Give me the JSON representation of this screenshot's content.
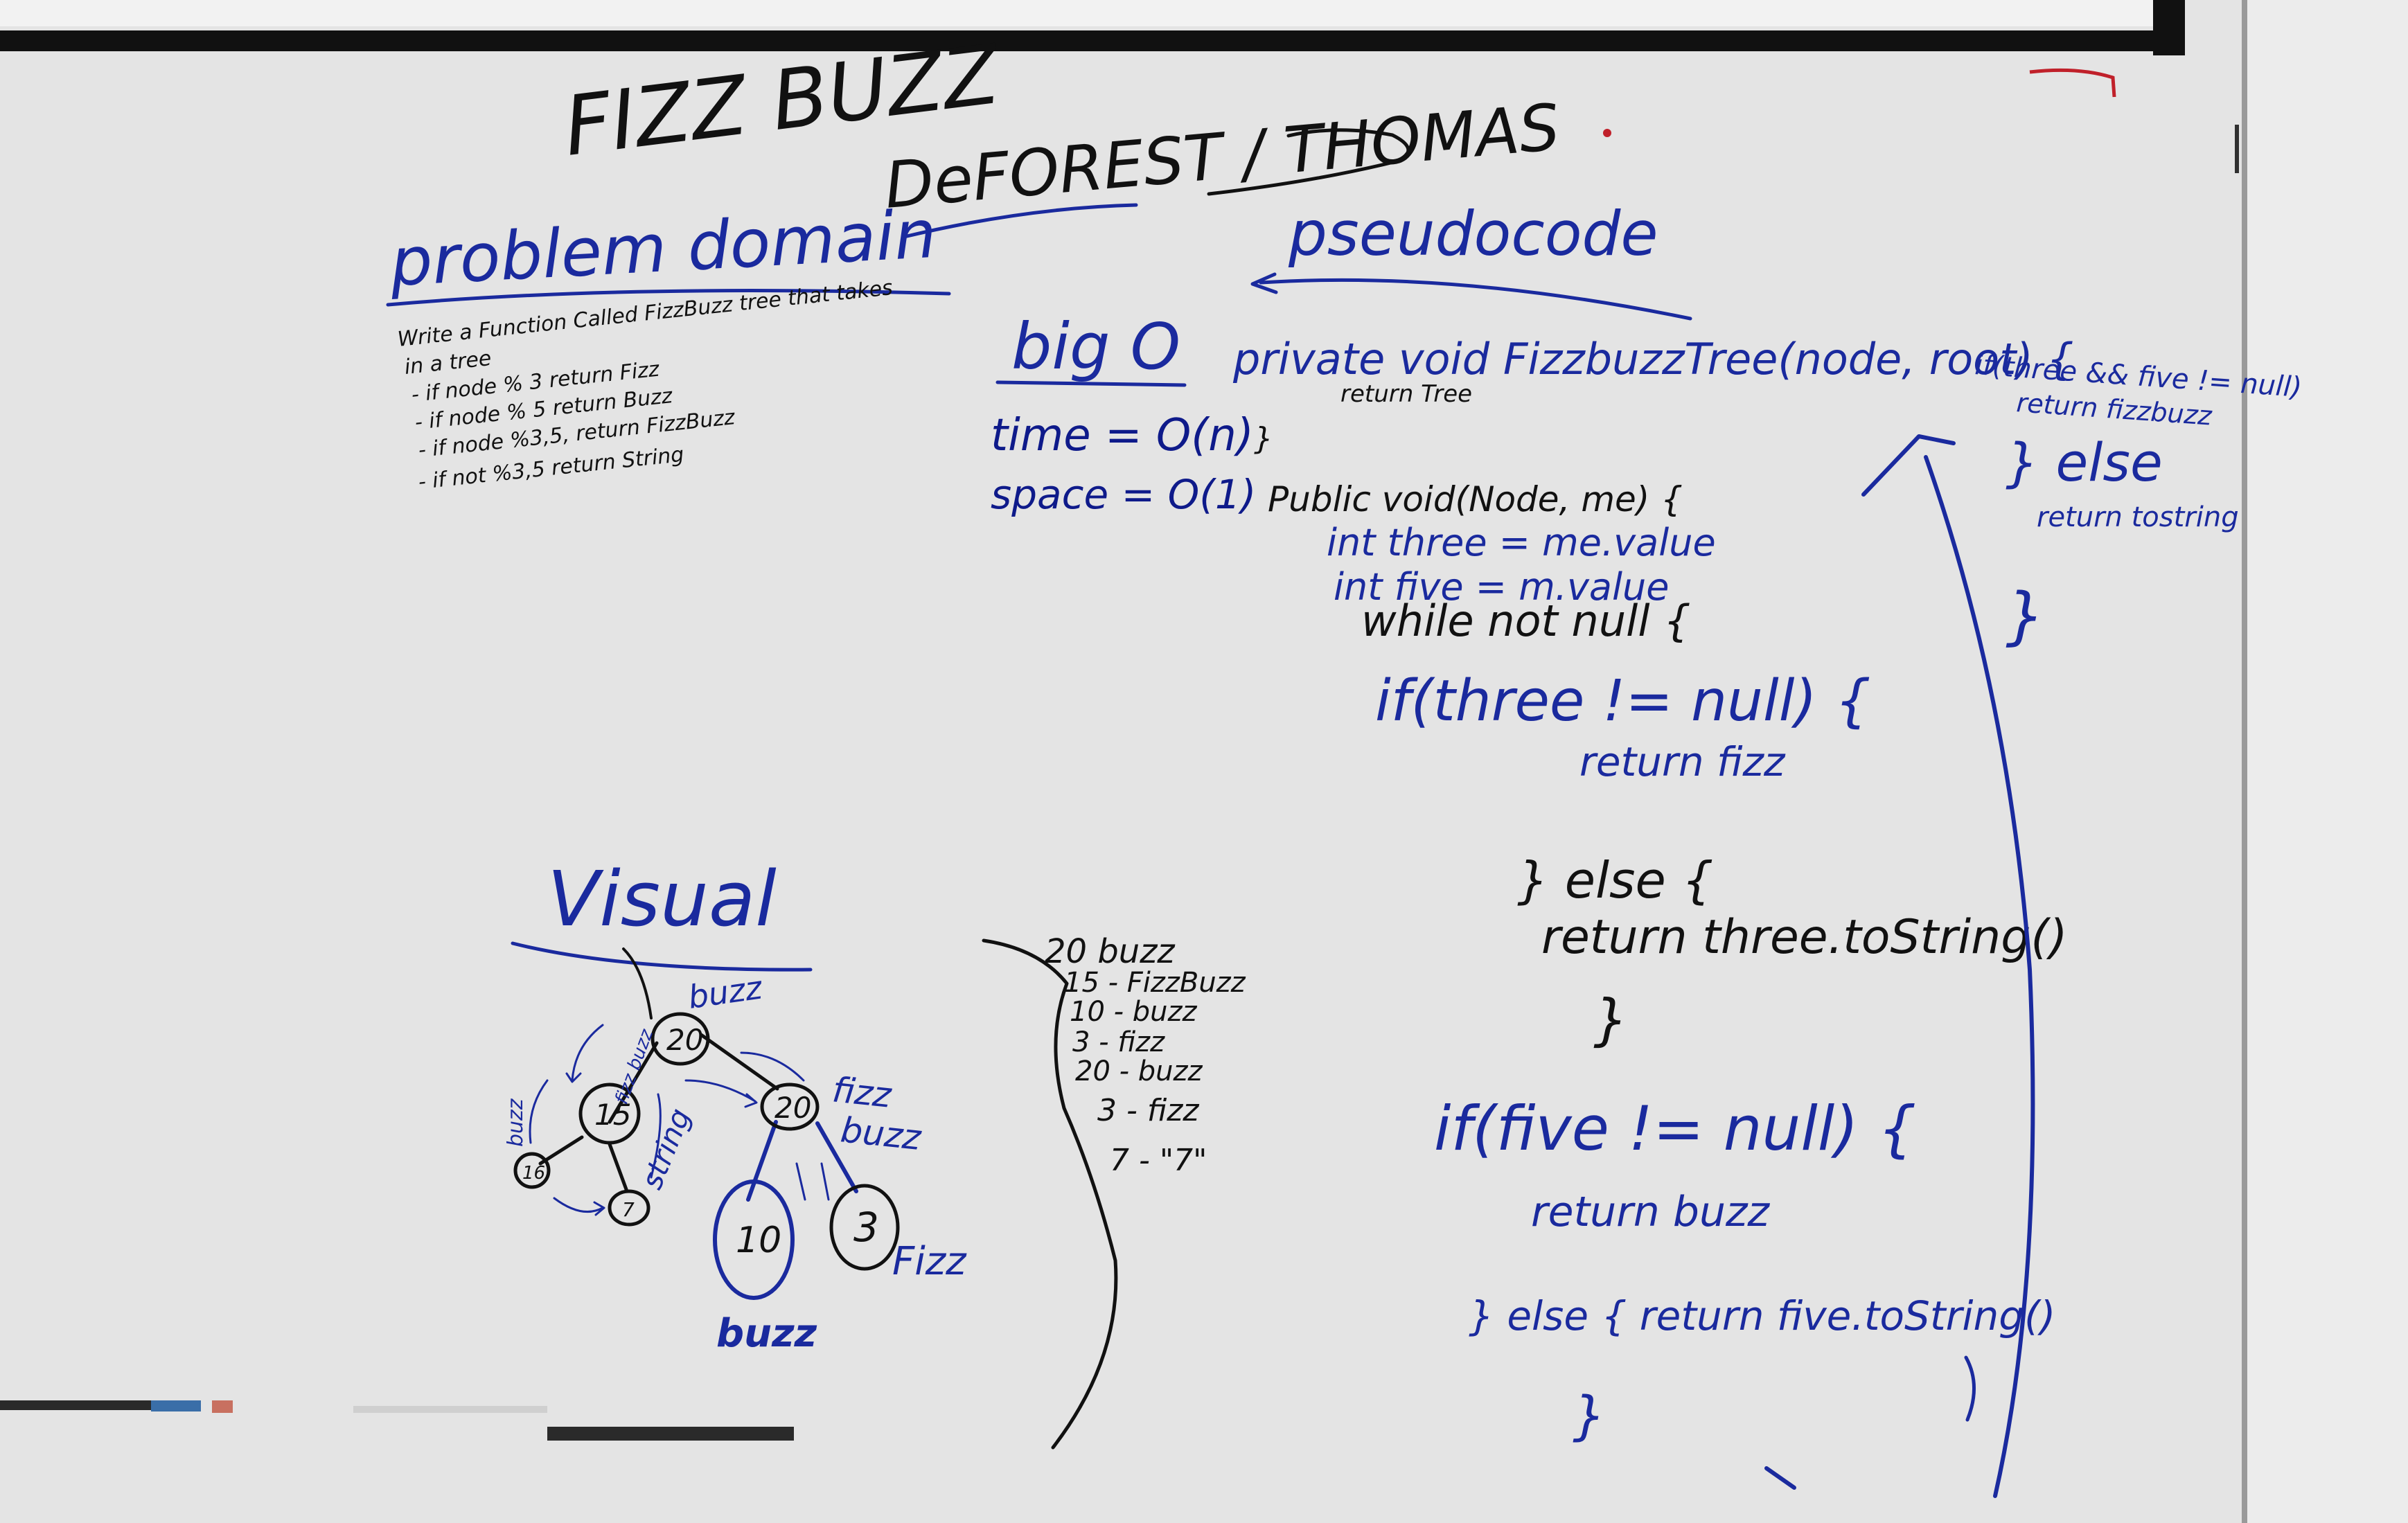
{
  "colors": {
    "board": "#e4e4e4",
    "frame": "#111111",
    "ink_black": "#111111",
    "ink_blue": "#1a2a9e",
    "ink_red": "#c0202a"
  },
  "title": {
    "main": "FIZZ BUZZ",
    "names": "DeFOREST / THOMAS"
  },
  "problem_domain": {
    "heading": "problem domain",
    "lines": [
      "Write a Function Called FizzBuzz tree that takes",
      "in a tree",
      "- if node % 3 return Fizz",
      "- if node % 5 return Buzz",
      "- if node %3,5, return FizzBuzz",
      "- if not %3,5 return String"
    ]
  },
  "big_o": {
    "heading": "big O",
    "time": "time = O(n)",
    "space": "space = O(1)"
  },
  "pseudocode": {
    "heading": "pseudocode",
    "lines": [
      "private void FizzbuzzTree(node, root) {",
      "return Tree",
      "}",
      "Public void(Node, me) {",
      "int three = me.value",
      "int five = m.value",
      "while not null {",
      "if(three != null) {",
      "return fizz",
      "} else {",
      "return three.toString()",
      "}",
      "if(five != null) {",
      "return buzz",
      "} else { return five.toString()",
      "}"
    ],
    "side_lines": [
      "if(three && five != null)",
      "return fizzbuzz",
      "} else",
      "return tostring",
      "}"
    ]
  },
  "visual": {
    "heading": "Visual",
    "nodes": [
      "20",
      "15",
      "20",
      "10",
      "3",
      "16",
      "7"
    ],
    "labels": [
      "buzz",
      "fizz buzz",
      "buzz",
      "string",
      "fizz",
      "buzz",
      "Fizz",
      "buzz"
    ]
  },
  "output_list": [
    "20 buzz",
    "15 - FizzBuzz",
    "10 - buzz",
    "3 - fizz",
    "20 - buzz",
    "3 - fizz",
    "7 - \"7\""
  ]
}
